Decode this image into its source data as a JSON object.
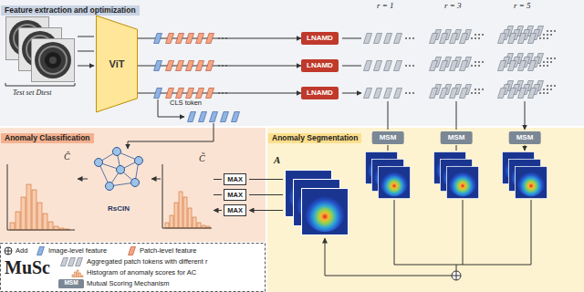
{
  "diagram": {
    "nodes": [
      {
        "text": [
          "Feature extraction and optimization"
        ]
      },
      {
        "text": [
          "ViT"
        ],
        "in": 0
      },
      {
        "text": [
          "LNAMD"
        ],
        "in": 0
      },
      {
        "text": [
          "LNAMD"
        ],
        "in": 0
      },
      {
        "text": [
          "LNAMD"
        ],
        "in": 0
      },
      {
        "text": [
          "Anomaly Classification"
        ]
      },
      {
        "text": [
          "RsCIN"
        ],
        "in": 5
      },
      {
        "text": [
          "MAX"
        ],
        "in": 5
      },
      {
        "text": [
          "MAX"
        ],
        "in": 5
      },
      {
        "text": [
          "MAX"
        ],
        "in": 5
      },
      {
        "text": [
          "Anomaly Segmentation"
        ]
      },
      {
        "text": [
          "MSM"
        ],
        "in": 10
      },
      {
        "text": [
          "MSM"
        ],
        "in": 10
      },
      {
        "text": [
          "MSM"
        ],
        "in": 10
      }
    ],
    "edges": [
      {
        "from": 1,
        "to": 2,
        "arrow": "to"
      },
      {
        "from": 1,
        "to": 3,
        "arrow": "to"
      },
      {
        "from": 1,
        "to": 4,
        "arrow": "to"
      }
    ],
    "labels": [
      "Test set Dtest",
      "CLS token",
      "r = 1",
      "r = 3",
      "r = 5",
      "Ĉ",
      "C̃",
      "A",
      "MSM",
      "MuSc"
    ],
    "legend": [
      {
        "text": "Add"
      },
      {
        "text": "Image-level feature"
      },
      {
        "text": "Patch-level feature"
      },
      {
        "text": "Aggregated patch tokens with different r"
      },
      {
        "text": "Histogram of anomaly scores for AC"
      },
      {
        "text": "Mutual Scoring Mechanism"
      }
    ]
  }
}
